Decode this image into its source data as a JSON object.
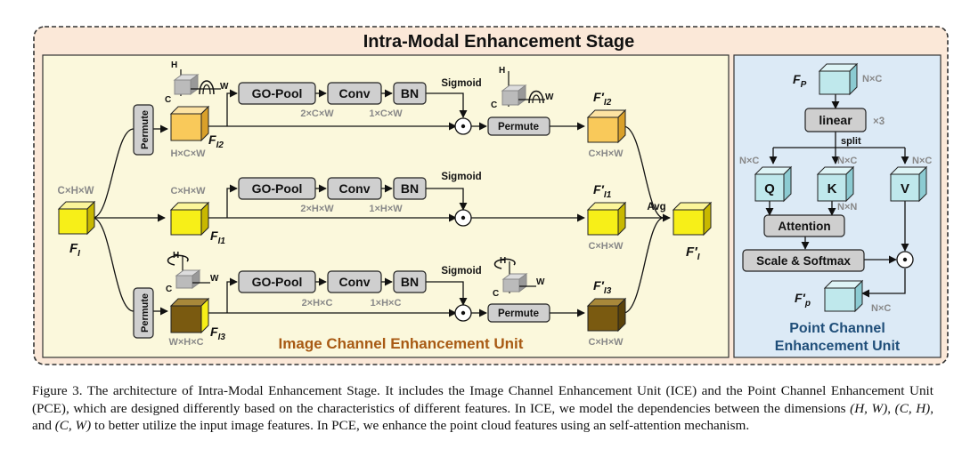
{
  "stage": {
    "title": "Intra-Modal Enhancement Stage"
  },
  "ice": {
    "title": "Image Channel Enhancement Unit",
    "permute": "Permute",
    "gopool": "GO-Pool",
    "conv": "Conv",
    "bn": "BN",
    "sigmoid": "Sigmoid",
    "dot": "⊙",
    "avg": "Avg",
    "axis_h": "H",
    "axis_c": "C",
    "axis_w": "W",
    "input": {
      "label": "F",
      "sub": "I",
      "dim": "C×H×W"
    },
    "output": {
      "label": "F′",
      "sub": "I"
    },
    "branch1": {
      "feat_label": "F",
      "feat_sub": "I2",
      "feat_dim": "H×C×W",
      "pool_dim": "2×C×W",
      "conv_dim": "1×C×W",
      "out_label": "F′",
      "out_sub": "I2",
      "out_dim": "C×H×W"
    },
    "branch2": {
      "feat_label": "F",
      "feat_sub": "I1",
      "feat_dim": "C×H×W",
      "pool_dim": "2×H×W",
      "conv_dim": "1×H×W",
      "out_label": "F′",
      "out_sub": "I1",
      "out_dim": "C×H×W"
    },
    "branch3": {
      "feat_label": "F",
      "feat_sub": "I3",
      "feat_dim": "W×H×C",
      "pool_dim": "2×H×C",
      "conv_dim": "1×H×C",
      "out_label": "F′",
      "out_sub": "I3",
      "out_dim": "C×H×W"
    }
  },
  "pce": {
    "title_line1": "Point Channel",
    "title_line2": "Enhancement Unit",
    "input": {
      "label": "F",
      "sub": "P",
      "dim": "N×C"
    },
    "linear": "linear",
    "times3": "×3",
    "split": "split",
    "q": "Q",
    "k": "K",
    "v": "V",
    "q_dim": "N×C",
    "k_dim": "N×C",
    "v_dim": "N×C",
    "nn_dim": "N×N",
    "attention": "Attention",
    "scale_softmax": "Scale & Softmax",
    "dot": "⊙",
    "output": {
      "label": "F′",
      "sub": "p",
      "dim": "N×C"
    }
  },
  "colors": {
    "stage_bg": "#fbe8d8",
    "ice_bg": "#fbf8dc",
    "pce_bg": "#dceaf6",
    "ice_title": "#a85a14",
    "pce_title": "#1f4e79",
    "box_fill": "#cfcfcf",
    "cube_light_orange": "#f9c95a",
    "cube_yellow": "#f7ef18",
    "cube_brown": "#7a5a10",
    "cube_cyan": "#bfe8ec",
    "axis_label": "#888888"
  },
  "caption": {
    "lead": "Figure 3.",
    "part1": " The architecture of Intra-Modal Enhancement Stage. It includes the Image Channel Enhancement Unit (ICE) and the Point Channel Enhancement Unit (PCE), which are designed differently based on the characteristics of different features. In ICE, we model the dependencies between the dimensions ",
    "dims1": "(H, W)",
    "sep1": ", ",
    "dims2": "(C, H)",
    "sep2": ", and ",
    "dims3": "(C, W)",
    "part2": " to better utilize the input image features. In PCE, we enhance the point cloud features using an self-attention mechanism."
  }
}
